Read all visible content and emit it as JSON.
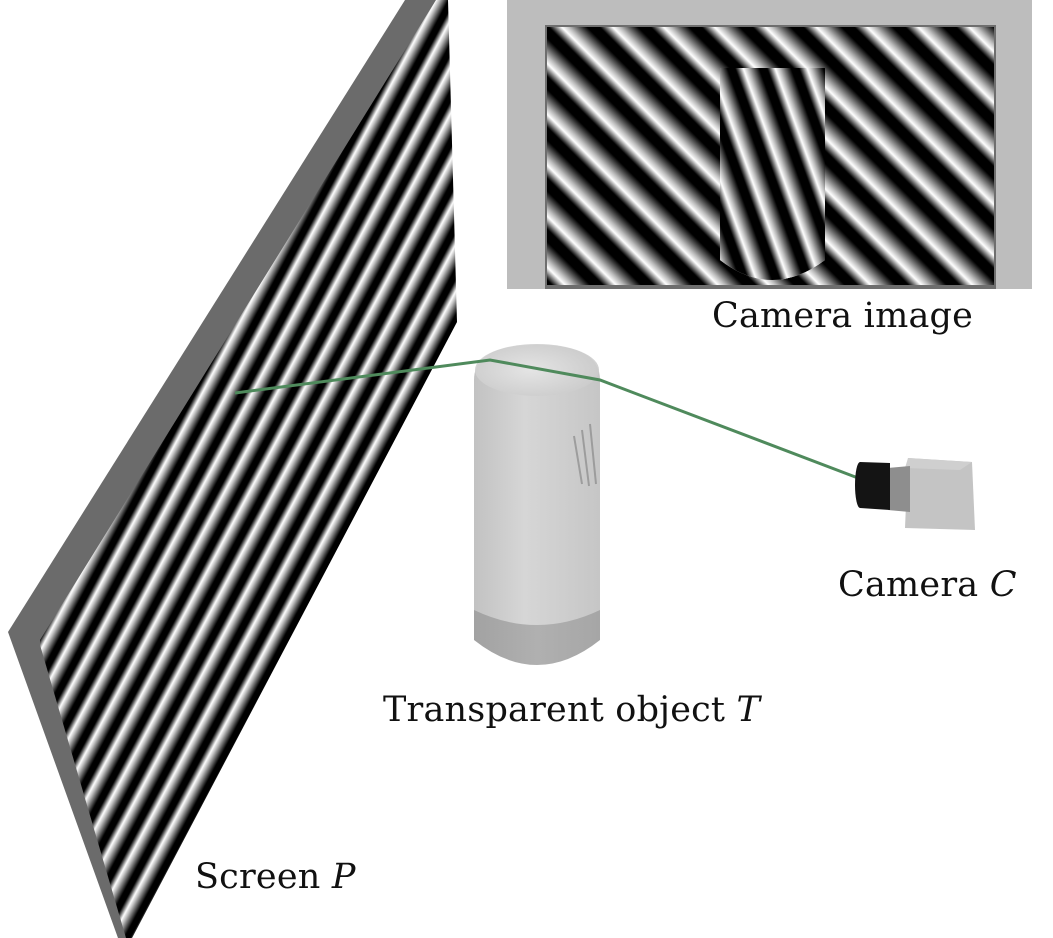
{
  "figure": {
    "title": "Transparent object acquisition setup",
    "labels": {
      "camera_image": "Camera image",
      "screen_text": "Screen",
      "screen_var": "P",
      "object_text": "Transparent object",
      "object_var": "T",
      "camera_text": "Camera",
      "camera_var": "C"
    },
    "components": [
      {
        "id": "screen",
        "name": "Screen P",
        "pattern": "sinusoidal diagonal stripes"
      },
      {
        "id": "object",
        "name": "Transparent object T",
        "shape": "cylinder"
      },
      {
        "id": "camera",
        "name": "Camera C"
      },
      {
        "id": "camera_image",
        "name": "Camera image",
        "content": "diagonal stripes with distorted stripes through cylinder"
      }
    ],
    "colors": {
      "background": "#ffffff",
      "screen_frame": "#6b6b6b",
      "stripe_dark": "#000000",
      "stripe_light": "#ffffff",
      "ray": "#4f8a5c",
      "inset_border": "#bdbdbd",
      "cylinder_top": "#d0d0d0",
      "cylinder_base": "#a8a8a8",
      "camera_lens": "#111111",
      "camera_body": "#c4c4c4"
    }
  }
}
